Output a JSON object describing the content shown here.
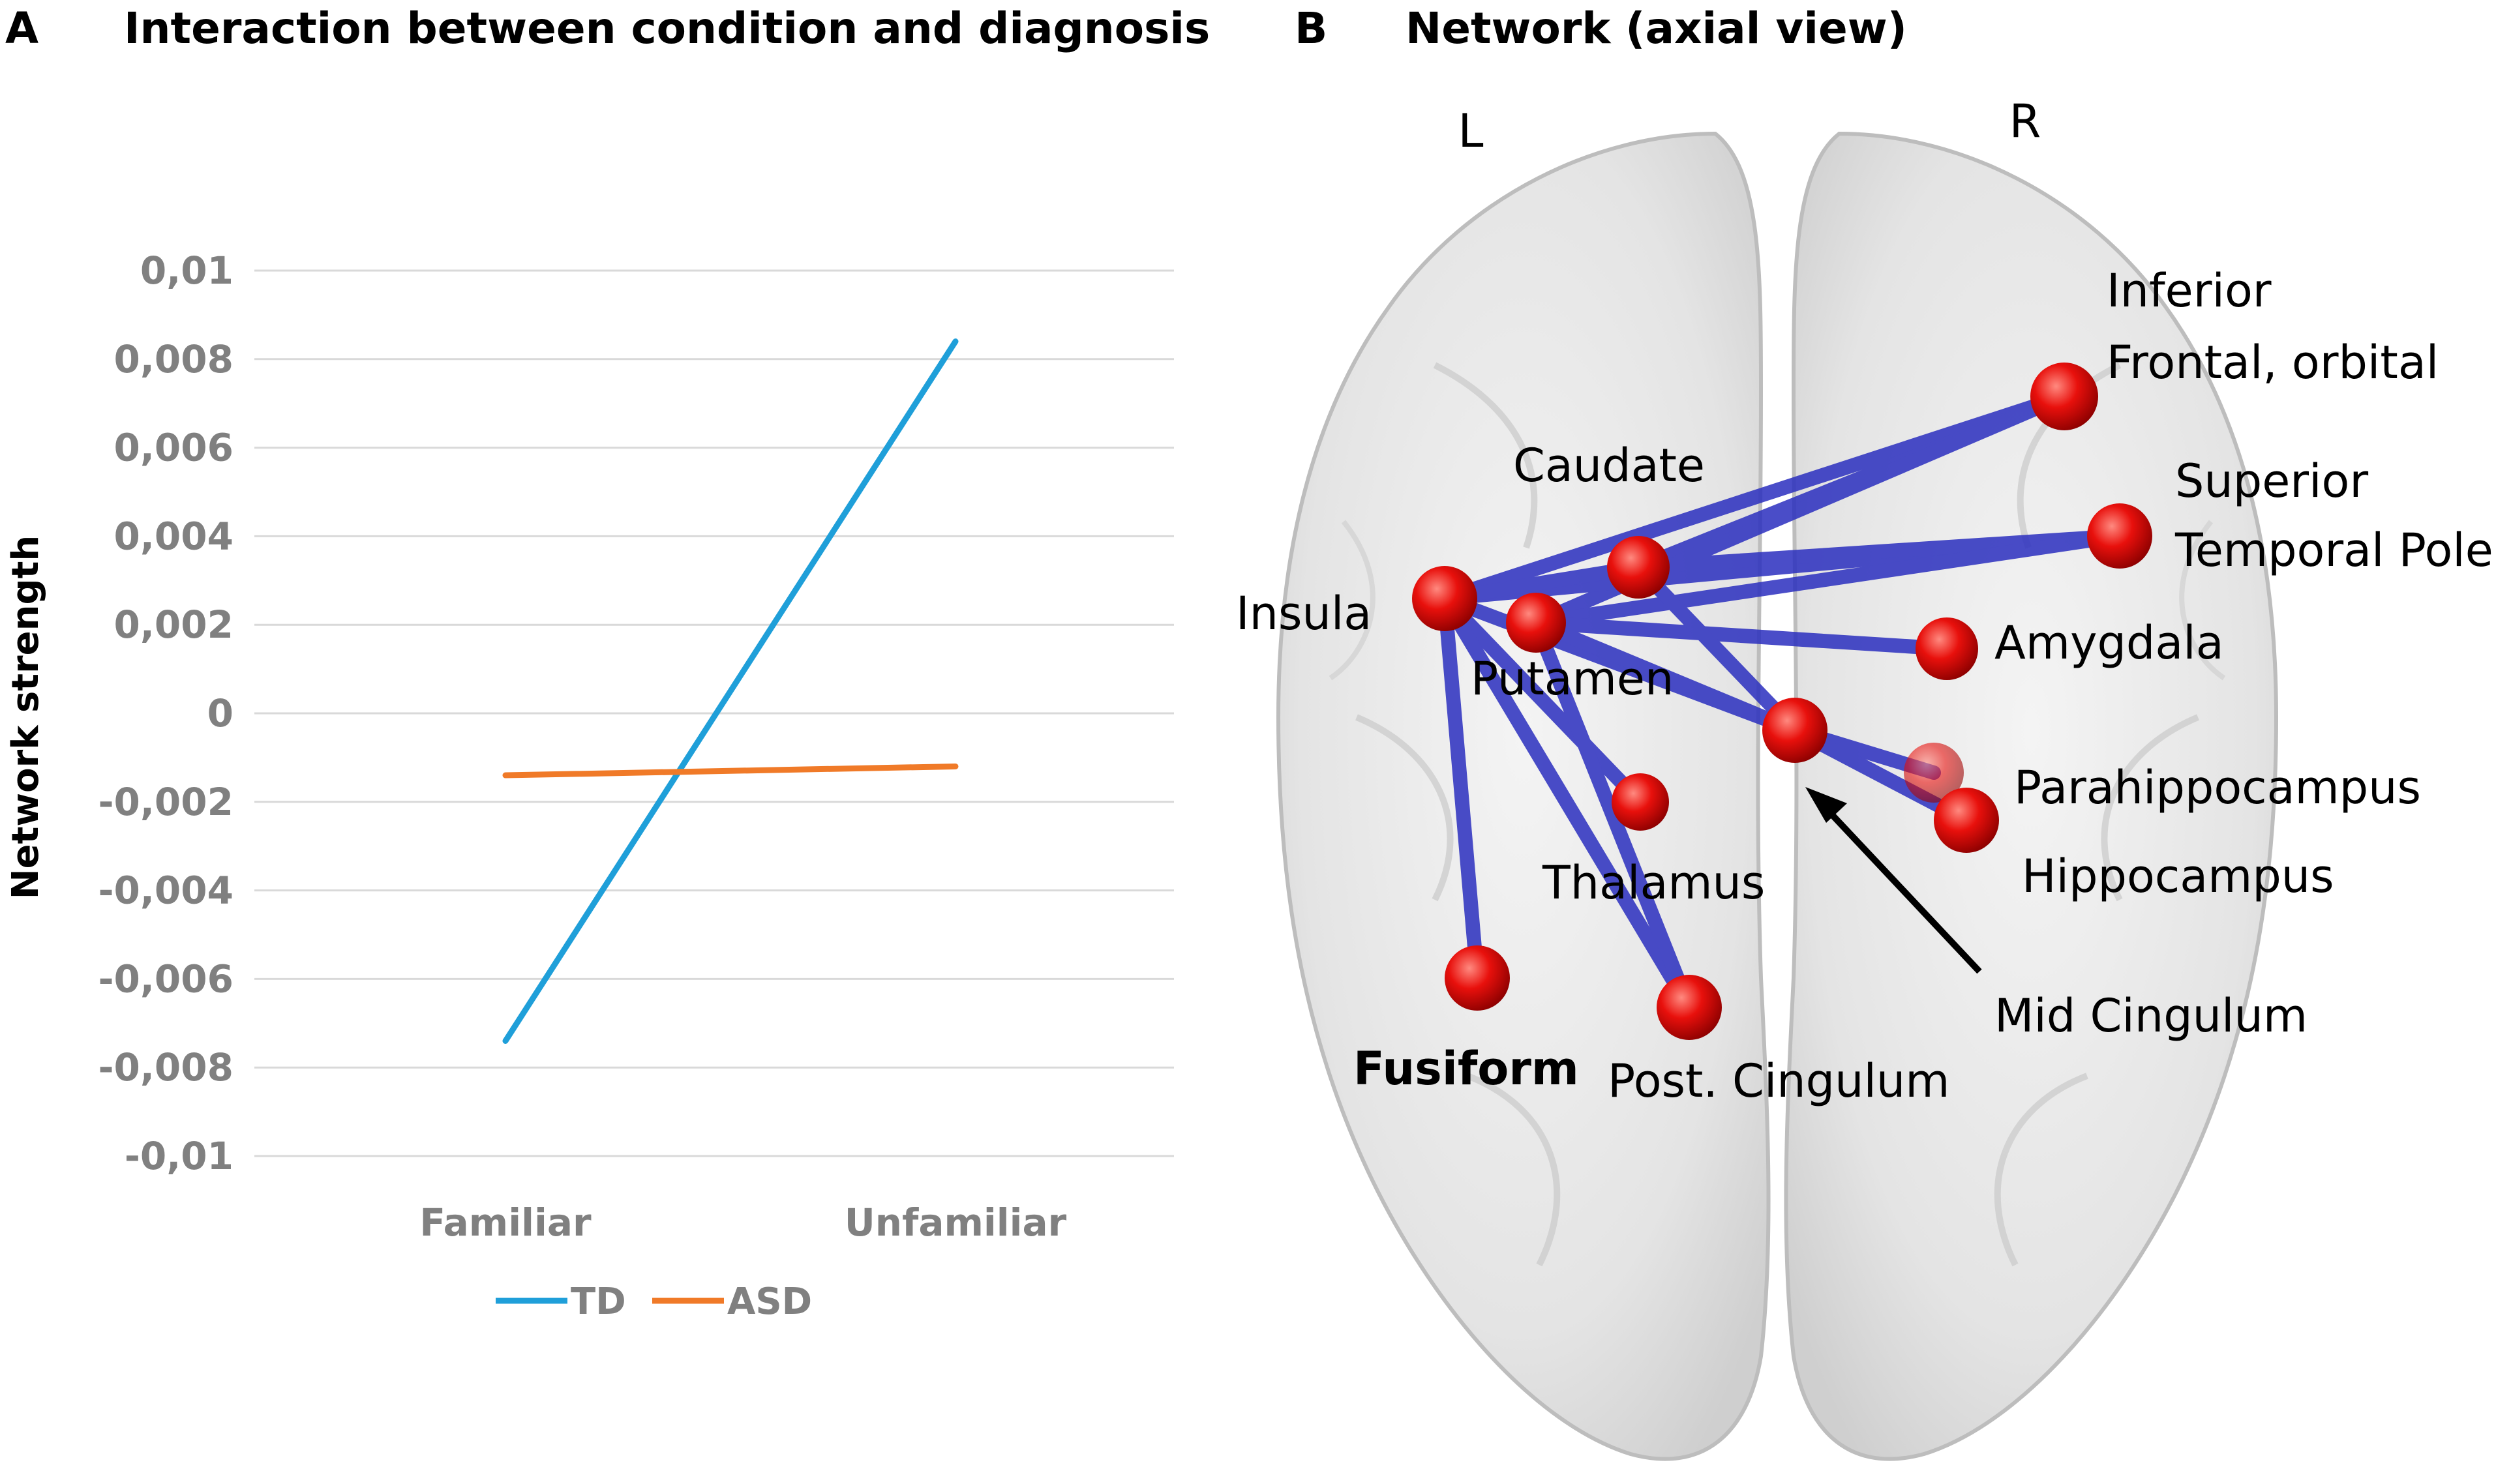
{
  "panel_a": {
    "letter": "A",
    "title": "Interaction between condition and diagnosis"
  },
  "panel_b": {
    "letter": "B",
    "title": "Network (axial view)",
    "left_label": "L",
    "right_label": "R"
  },
  "chart_data": {
    "type": "line",
    "title": "Interaction between condition and diagnosis",
    "xlabel": "",
    "ylabel": "Network strength",
    "categories": [
      "Familiar",
      "Unfamiliar"
    ],
    "ylim": [
      -0.01,
      0.01
    ],
    "yticks": [
      0.01,
      0.008,
      0.006,
      0.004,
      0.002,
      0,
      -0.002,
      -0.004,
      -0.006,
      -0.008,
      -0.01
    ],
    "ytick_labels": [
      "0,01",
      "0,008",
      "0,006",
      "0,004",
      "0,002",
      "0",
      "-0,002",
      "-0,004",
      "-0,006",
      "-0,008",
      "-0,01"
    ],
    "grid": true,
    "legend_position": "bottom",
    "series": [
      {
        "name": "TD",
        "color": "#1f9fd9",
        "values": [
          -0.0074,
          0.0084
        ]
      },
      {
        "name": "ASD",
        "color": "#f07a28",
        "values": [
          -0.0014,
          -0.0012
        ]
      }
    ]
  },
  "network": {
    "regions": {
      "insula": "Insula",
      "putamen": "Putamen",
      "caudate": "Caudate",
      "thalamus": "Thalamus",
      "fusiform": "Fusiform",
      "post_cingulum": "Post. Cingulum",
      "mid_cingulum": "Mid Cingulum",
      "amygdala": "Amygdala",
      "parahippocampus": "Parahippocampus",
      "hippocampus": "Hippocampus",
      "sup_temp_pole_1": "Superior",
      "sup_temp_pole_2": "Temporal Pole",
      "inf_front_orb_1": "Inferior",
      "inf_front_orb_2": "Frontal, orbital"
    },
    "node_color": "#e8100c",
    "edge_color": "#2b2fbf"
  }
}
